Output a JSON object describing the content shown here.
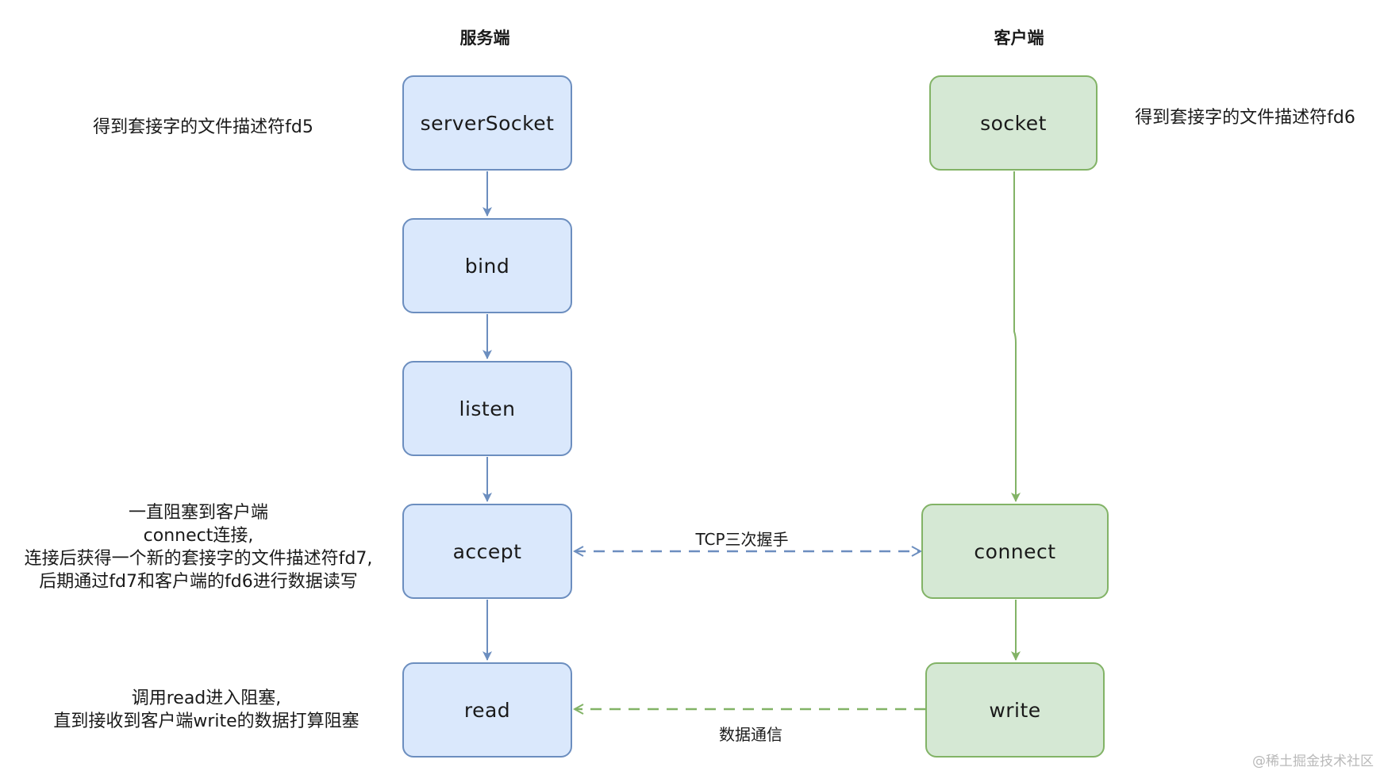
{
  "columns": {
    "server_title": "服务端",
    "client_title": "客户端"
  },
  "server_nodes": {
    "server_socket": "serverSocket",
    "bind": "bind",
    "listen": "listen",
    "accept": "accept",
    "read": "read"
  },
  "client_nodes": {
    "socket": "socket",
    "connect": "connect",
    "write": "write"
  },
  "notes": {
    "server_socket_note": "得到套接字的文件描述符fd5",
    "client_socket_note": "得到套接字的文件描述符fd6",
    "accept_note": [
      "一直阻塞到客户端",
      "connect连接,",
      "连接后获得一个新的套接字的文件描述符fd7,",
      "后期通过fd7和客户端的fd6进行数据读写"
    ],
    "read_note": [
      "调用read进入阻塞,",
      "直到接收到客户端write的数据打算阻塞"
    ]
  },
  "edges": {
    "handshake_label": "TCP三次握手",
    "data_label": "数据通信"
  },
  "colors": {
    "server_fill": "#dae8fc",
    "server_stroke": "#6c8ebf",
    "client_fill": "#d5e8d4",
    "client_stroke": "#82b366"
  },
  "watermark": "@稀土掘金技术社区"
}
